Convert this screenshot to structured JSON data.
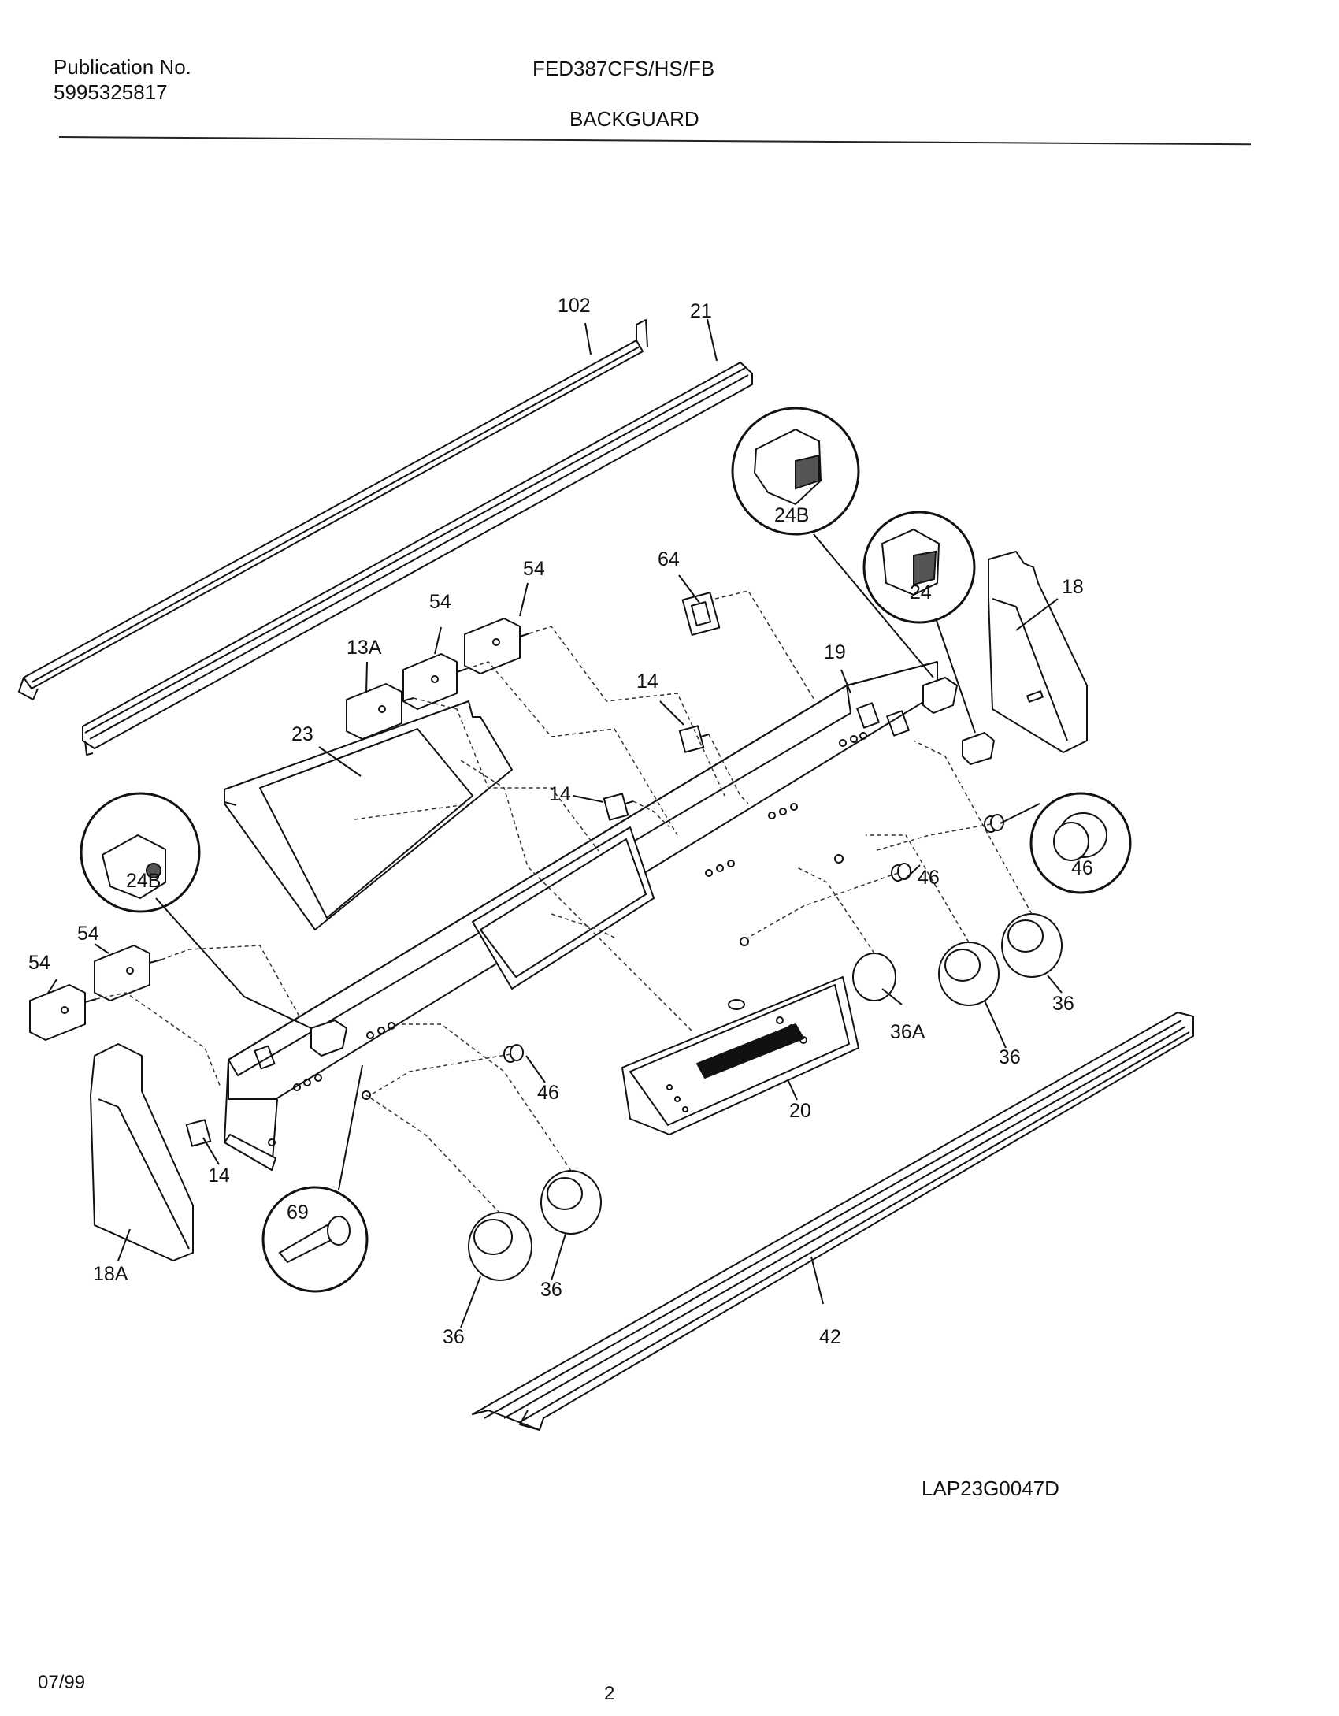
{
  "header": {
    "publication_label": "Publication No.",
    "publication_number": "5995325817",
    "model": "FED387CFS/HS/FB",
    "section": "BACKGUARD"
  },
  "diagram": {
    "part_labels": {
      "p102": "102",
      "p21": "21",
      "p24B_top": "24B",
      "p24_top": "24",
      "p18": "18",
      "p64": "64",
      "p54_a": "54",
      "p54_b": "54",
      "p13A": "13A",
      "p14_a": "14",
      "p19": "19",
      "p23": "23",
      "p14_b": "14",
      "p46_circle": "46",
      "p46_a": "46",
      "p24B_left": "24B",
      "p54_c": "54",
      "p54_d": "54",
      "p36A": "36A",
      "p36_a": "36",
      "p36_b": "36",
      "p46_b": "46",
      "p20": "20",
      "p14_c": "14",
      "p69": "69",
      "p18A": "18A",
      "p36_c": "36",
      "p36_d": "36",
      "p42": "42"
    },
    "drawing_code": "LAP23G0047D"
  },
  "footer": {
    "date": "07/99",
    "page": "2"
  }
}
